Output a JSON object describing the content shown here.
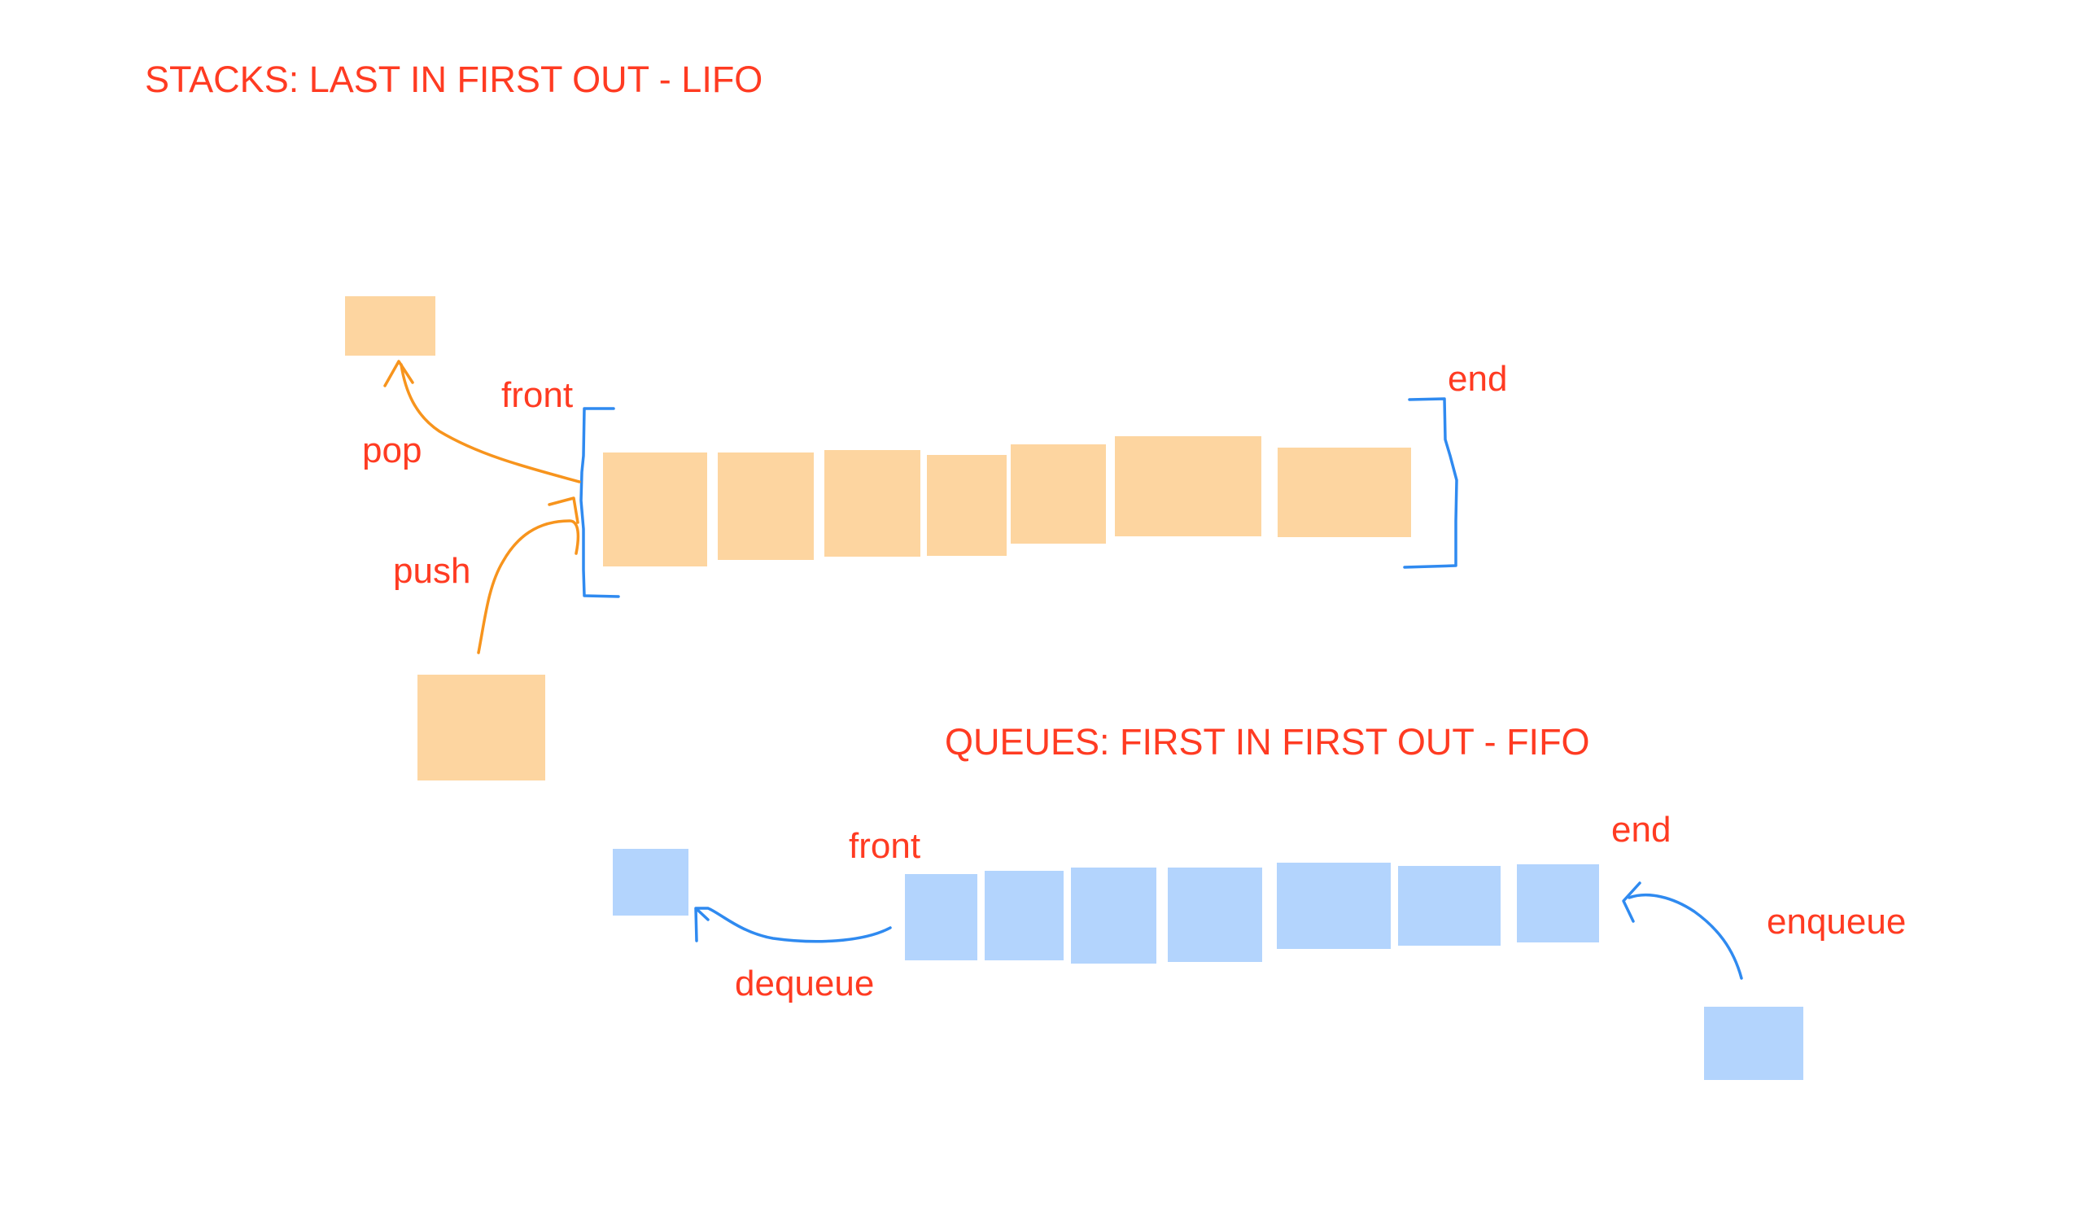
{
  "stack": {
    "title": "STACKS: LAST IN FIRST OUT - LIFO",
    "front_label": "front",
    "end_label": "end",
    "pop_label": "pop",
    "push_label": "push"
  },
  "queue": {
    "title": "QUEUES: FIRST IN FIRST OUT - FIFO",
    "front_label": "front",
    "end_label": "end",
    "dequeue_label": "dequeue",
    "enqueue_label": "enqueue"
  },
  "colors": {
    "text": "#ff3b22",
    "stack_fill": "#fdd5a0",
    "queue_fill": "#b3d4fd",
    "stack_arrow": "#f7941d",
    "bracket": "#2f8af0"
  }
}
